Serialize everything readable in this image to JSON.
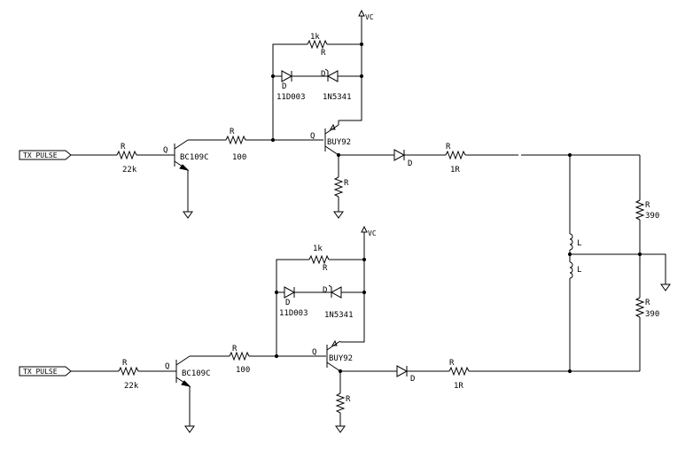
{
  "labels": {
    "input1": "TX PULSE",
    "input2": "TX PULSE",
    "vc1": "VC",
    "vc2": "VC",
    "r_in1_name": "R",
    "r_in1_val": "22k",
    "q1_name": "Q",
    "q1_part": "BC109C",
    "r_b1_name": "R",
    "r_b1_val": "100",
    "r_fb1_val": "1k",
    "r_fb1_name": "R",
    "d_a1_name": "D",
    "d_a1_part": "11D003",
    "d_b1_name": "D",
    "d_b1_part": "1N5341",
    "q2_name": "Q",
    "q2_part": "BUY92",
    "r_e1_name": "R",
    "d_out1_name": "D",
    "r_out1_name": "R",
    "r_out1_val": "1R",
    "r_in2_name": "R",
    "r_in2_val": "22k",
    "q3_name": "Q",
    "q3_part": "BC109C",
    "r_b2_name": "R",
    "r_b2_val": "100",
    "r_fb2_val": "1k",
    "r_fb2_name": "R",
    "d_a2_name": "D",
    "d_a2_part": "11D003",
    "d_b2_name": "D",
    "d_b2_part": "1N5341",
    "q4_name": "Q",
    "q4_part": "BUY92",
    "r_e2_name": "R",
    "d_out2_name": "D",
    "r_out2_name": "R",
    "r_out2_val": "1R",
    "l1_name": "L",
    "l2_name": "L",
    "r_t1_name": "R",
    "r_t1_val": "390",
    "r_t2_name": "R",
    "r_t2_val": "390"
  }
}
